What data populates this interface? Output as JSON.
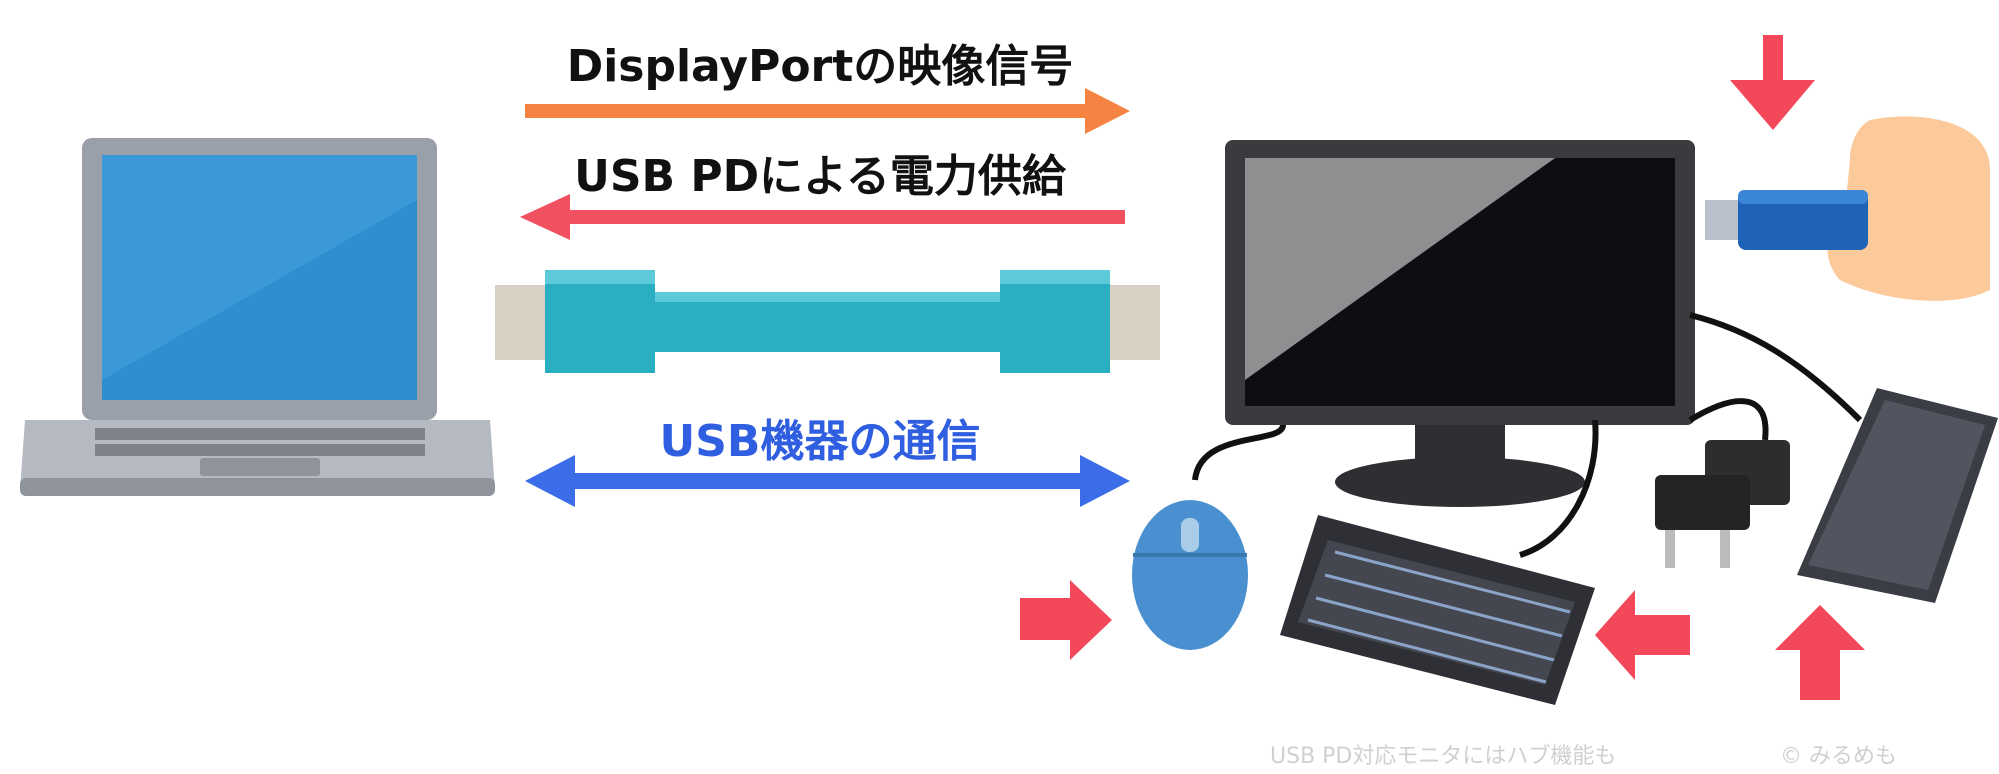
{
  "labels": {
    "displayport": "DisplayPortの映像信号",
    "usb_pd": "USB PDによる電力供給",
    "usb_comm": "USB機器の通信",
    "footer_note": "USB PD対応モニタにはハブ機能も",
    "credit": "© みるめも"
  },
  "colors": {
    "displayport_arrow": "#f58442",
    "power_arrow": "#f0505f",
    "usb_arrow": "#3b6de8",
    "usb_text": "#2f5fe0",
    "pointer_arrow": "#f2485a",
    "cable": "#2aaec2",
    "watermark": "#d0d0d0"
  },
  "icons": [
    "laptop-icon",
    "usb-c-cable-icon",
    "monitor-icon",
    "usb-flash-drive-icon",
    "hand-icon",
    "mouse-icon",
    "keyboard-icon",
    "power-plug-icon",
    "smartphone-icon"
  ]
}
